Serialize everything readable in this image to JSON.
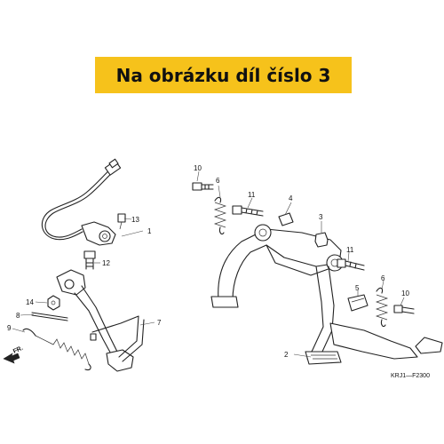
{
  "banner": {
    "text": "Na obrázku díl číslo 3",
    "background": "#f6c21b"
  },
  "diagram": {
    "code": "KRJ1—F2300",
    "direction_label": "FR.",
    "callouts": {
      "p1": "1",
      "p2": "2",
      "p3": "3",
      "p4": "4",
      "p5": "5",
      "p6a": "6",
      "p6b": "6",
      "p7": "7",
      "p8": "8",
      "p9": "9",
      "p10a": "10",
      "p10b": "10",
      "p11a": "11",
      "p11b": "11",
      "p12": "12",
      "p13": "13",
      "p14": "14"
    }
  }
}
